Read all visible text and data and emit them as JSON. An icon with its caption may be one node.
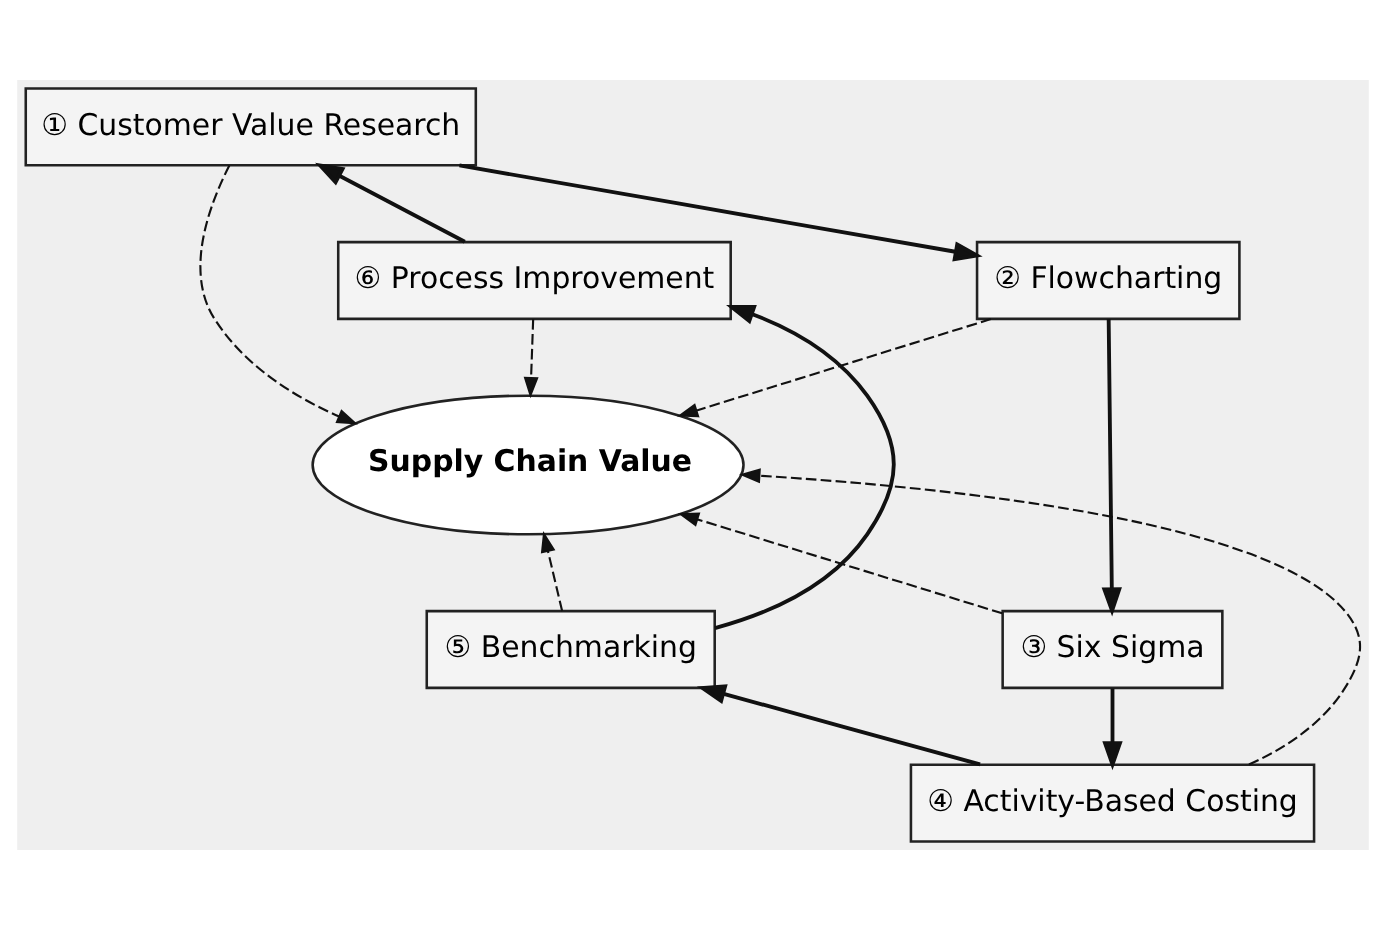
{
  "diagram": {
    "nodes": [
      {
        "text": [
          "① Customer Value Research"
        ]
      },
      {
        "text": [
          "② Flowcharting"
        ]
      },
      {
        "text": [
          "③ Six Sigma"
        ]
      },
      {
        "text": [
          "④ Activity-Based Costing"
        ]
      },
      {
        "text": [
          "⑤ Benchmarking"
        ]
      },
      {
        "text": [
          "⑥ Process Improvement"
        ]
      },
      {
        "text": [
          "Supply Chain Value"
        ]
      }
    ],
    "edges": [
      {
        "from": 0,
        "to": 1,
        "arrow": "to"
      },
      {
        "from": 1,
        "to": 2,
        "arrow": "to"
      },
      {
        "from": 2,
        "to": 3,
        "arrow": "to"
      },
      {
        "from": 3,
        "to": 4,
        "arrow": "to"
      },
      {
        "from": 4,
        "to": 5,
        "arrow": "to"
      },
      {
        "from": 5,
        "to": 0,
        "arrow": "to"
      },
      {
        "from": 0,
        "to": 6,
        "arrow": "to",
        "style": "dashed"
      },
      {
        "from": 1,
        "to": 6,
        "arrow": "to",
        "style": "dashed"
      },
      {
        "from": 2,
        "to": 6,
        "arrow": "to",
        "style": "dashed"
      },
      {
        "from": 3,
        "to": 6,
        "arrow": "to",
        "style": "dashed"
      },
      {
        "from": 4,
        "to": 6,
        "arrow": "to",
        "style": "dashed"
      },
      {
        "from": 5,
        "to": 6,
        "arrow": "to",
        "style": "dashed"
      }
    ]
  }
}
